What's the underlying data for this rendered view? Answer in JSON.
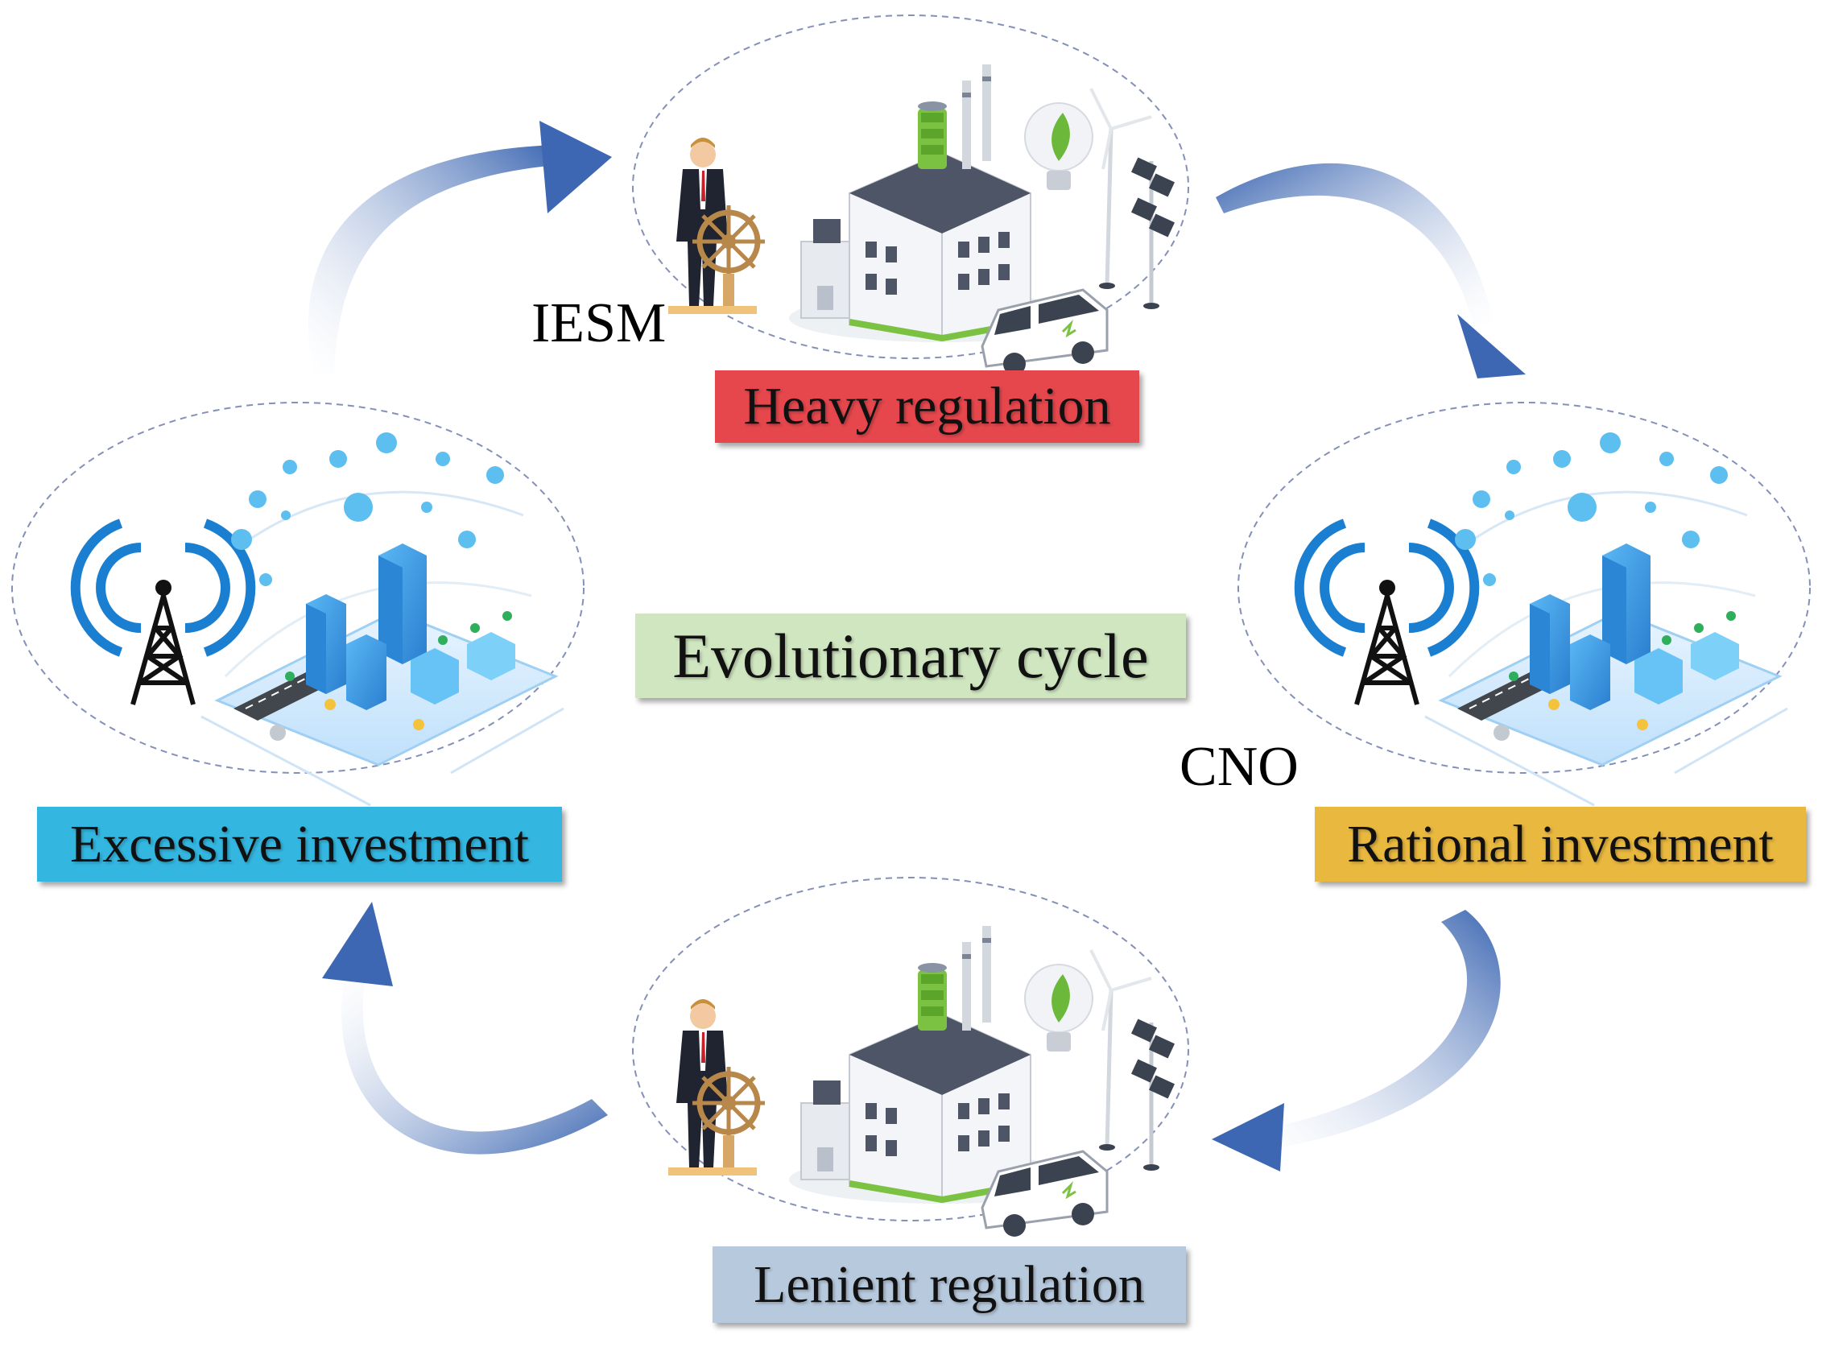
{
  "labels": {
    "heavy": "Heavy regulation",
    "lenient": "Lenient regulation",
    "excessive": "Excessive investment",
    "rational": "Rational investment",
    "cycle": "Evolutionary cycle",
    "iesm": "IESM",
    "cno": "CNO"
  },
  "colors": {
    "heavy": "#e5474d",
    "lenient": "#b7c9dd",
    "excessive": "#33b7e1",
    "rational": "#e9b83f",
    "cycle": "#cfe6c0",
    "arrow": "#3d67b2",
    "building": "#3a9be0",
    "factory_roof": "#4d5566",
    "accent_green": "#7cc242",
    "ellipse_line": "#8590b8"
  },
  "icons": {
    "top": [
      "businessman-icon",
      "ship-wheel-icon",
      "factory-icon",
      "electric-van-icon",
      "wind-turbine-icon",
      "solar-panel-icon",
      "lightbulb-leaf-icon"
    ],
    "bottom": [
      "businessman-icon",
      "ship-wheel-icon",
      "factory-icon",
      "electric-van-icon",
      "wind-turbine-icon",
      "solar-panel-icon",
      "lightbulb-leaf-icon"
    ],
    "left": [
      "signal-tower-icon",
      "smart-city-icon"
    ],
    "right": [
      "signal-tower-icon",
      "smart-city-icon"
    ]
  }
}
